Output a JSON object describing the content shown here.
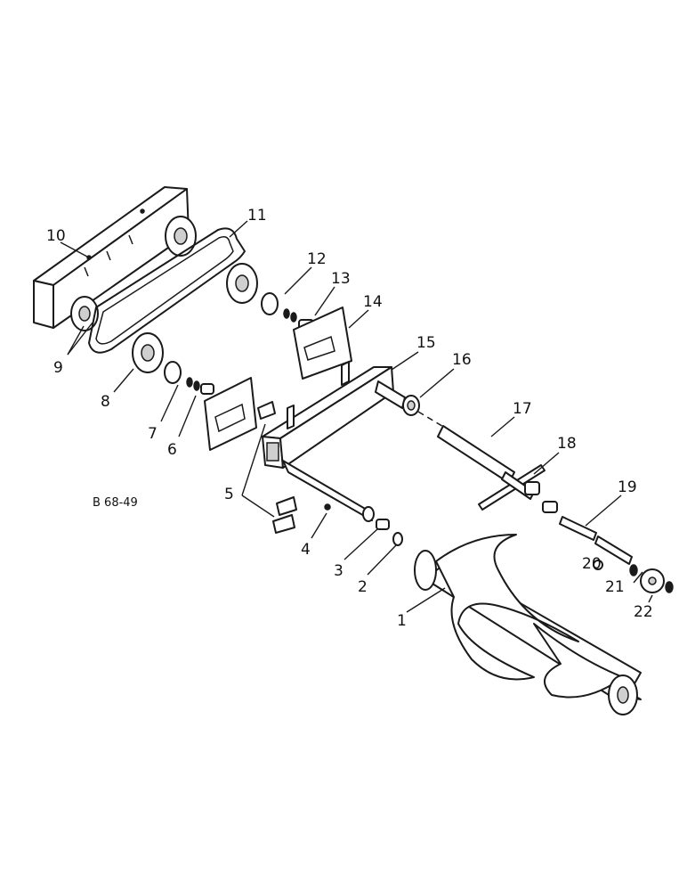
{
  "figure_code": "B 68-49",
  "callouts": {
    "c1": "1",
    "c2": "2",
    "c3": "3",
    "c4": "4",
    "c5": "5",
    "c6": "6",
    "c7": "7",
    "c8": "8",
    "c9": "9",
    "c10": "10",
    "c11": "11",
    "c12": "12",
    "c13": "13",
    "c14": "14",
    "c15": "15",
    "c16": "16",
    "c17": "17",
    "c18": "18",
    "c19": "19",
    "c20": "20",
    "c21": "21",
    "c22": "22"
  }
}
